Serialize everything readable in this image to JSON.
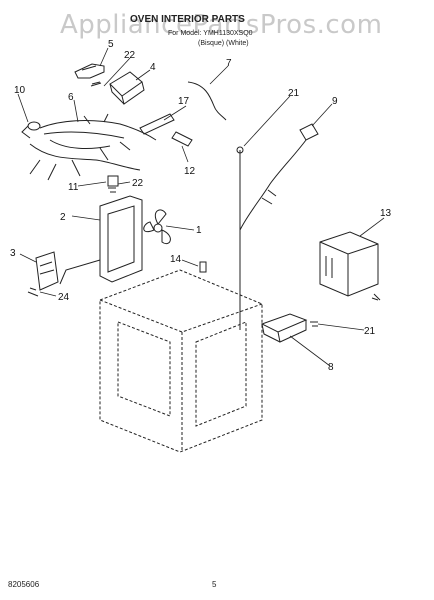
{
  "watermark": "AppliancePartsPros.com",
  "header": {
    "title": "OVEN INTERIOR PARTS",
    "model_line": "For Model: YMH1130XSQ0",
    "color_line": "(Bisque) (White)"
  },
  "callouts": [
    "1",
    "2",
    "3",
    "4",
    "5",
    "6",
    "7",
    "8",
    "9",
    "10",
    "11",
    "12",
    "13",
    "14",
    "17",
    "21",
    "21",
    "22",
    "22",
    "24"
  ],
  "footer": {
    "doc_number": "8205606",
    "page_number": "5"
  }
}
